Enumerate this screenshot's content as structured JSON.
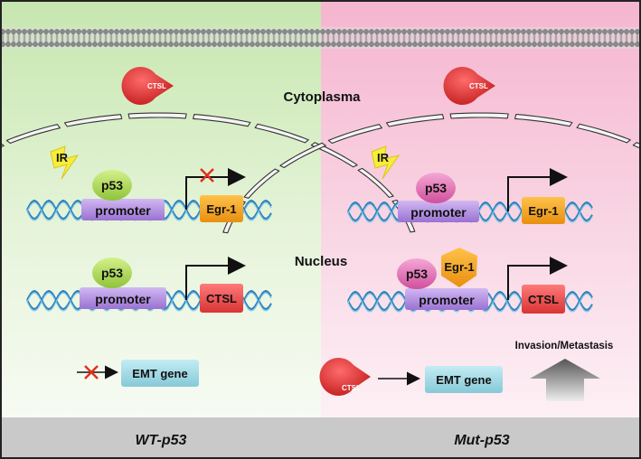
{
  "compartments": {
    "cytoplasm": "Cytoplasma",
    "nucleus": "Nucleus"
  },
  "labels": {
    "p53": "p53",
    "promoter": "promoter",
    "egr1": "Egr-1",
    "ctsl_gene": "CTSL",
    "ctsl_enzyme": "CTSL",
    "ir": "IR",
    "emt": "EMT gene",
    "invasion": "Invasion/Metastasis"
  },
  "footer": {
    "left": "WT-p53",
    "right": "Mut-p53"
  },
  "colors": {
    "left_bg_top": "#cbe8b4",
    "right_bg_top": "#f6b9d2",
    "wt_p53": "#b6e05a",
    "mut_p53": "#e46fb1",
    "promoter": "#b48ee0",
    "egr1": "#f4a41c",
    "ctsl": "#ef4b4b",
    "emt": "#9fd8e4",
    "footer": "#c8c8c8"
  }
}
